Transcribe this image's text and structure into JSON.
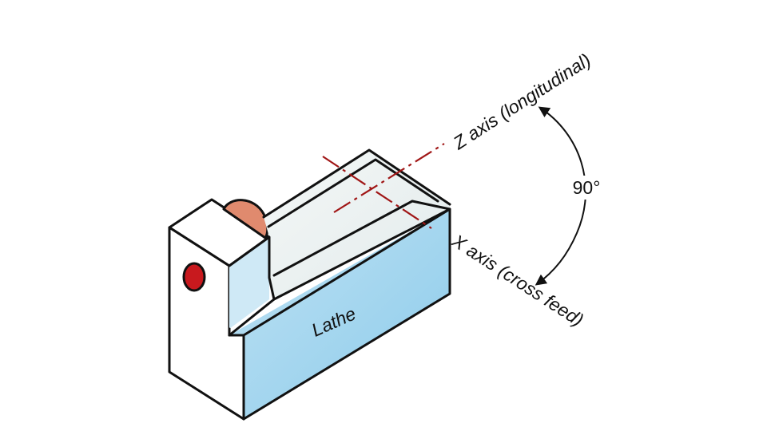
{
  "diagram": {
    "machine_label": "Lathe",
    "z_axis_label": "Z axis (longitudinal)",
    "x_axis_label": "X axis (cross feed)",
    "angle_label": "90°",
    "colors": {
      "body_light": "#d9eef9",
      "body_mid": "#a9d6ee",
      "body_dark": "#7cc0e4",
      "bed_surface": "#eef3f3",
      "chuck": "#e08a6e",
      "indicator": "#c8191e",
      "axis_line": "#a01616",
      "outline": "#111111"
    },
    "icons": [
      "chuck-icon",
      "indicator-light-icon",
      "angle-arc-icon"
    ]
  }
}
